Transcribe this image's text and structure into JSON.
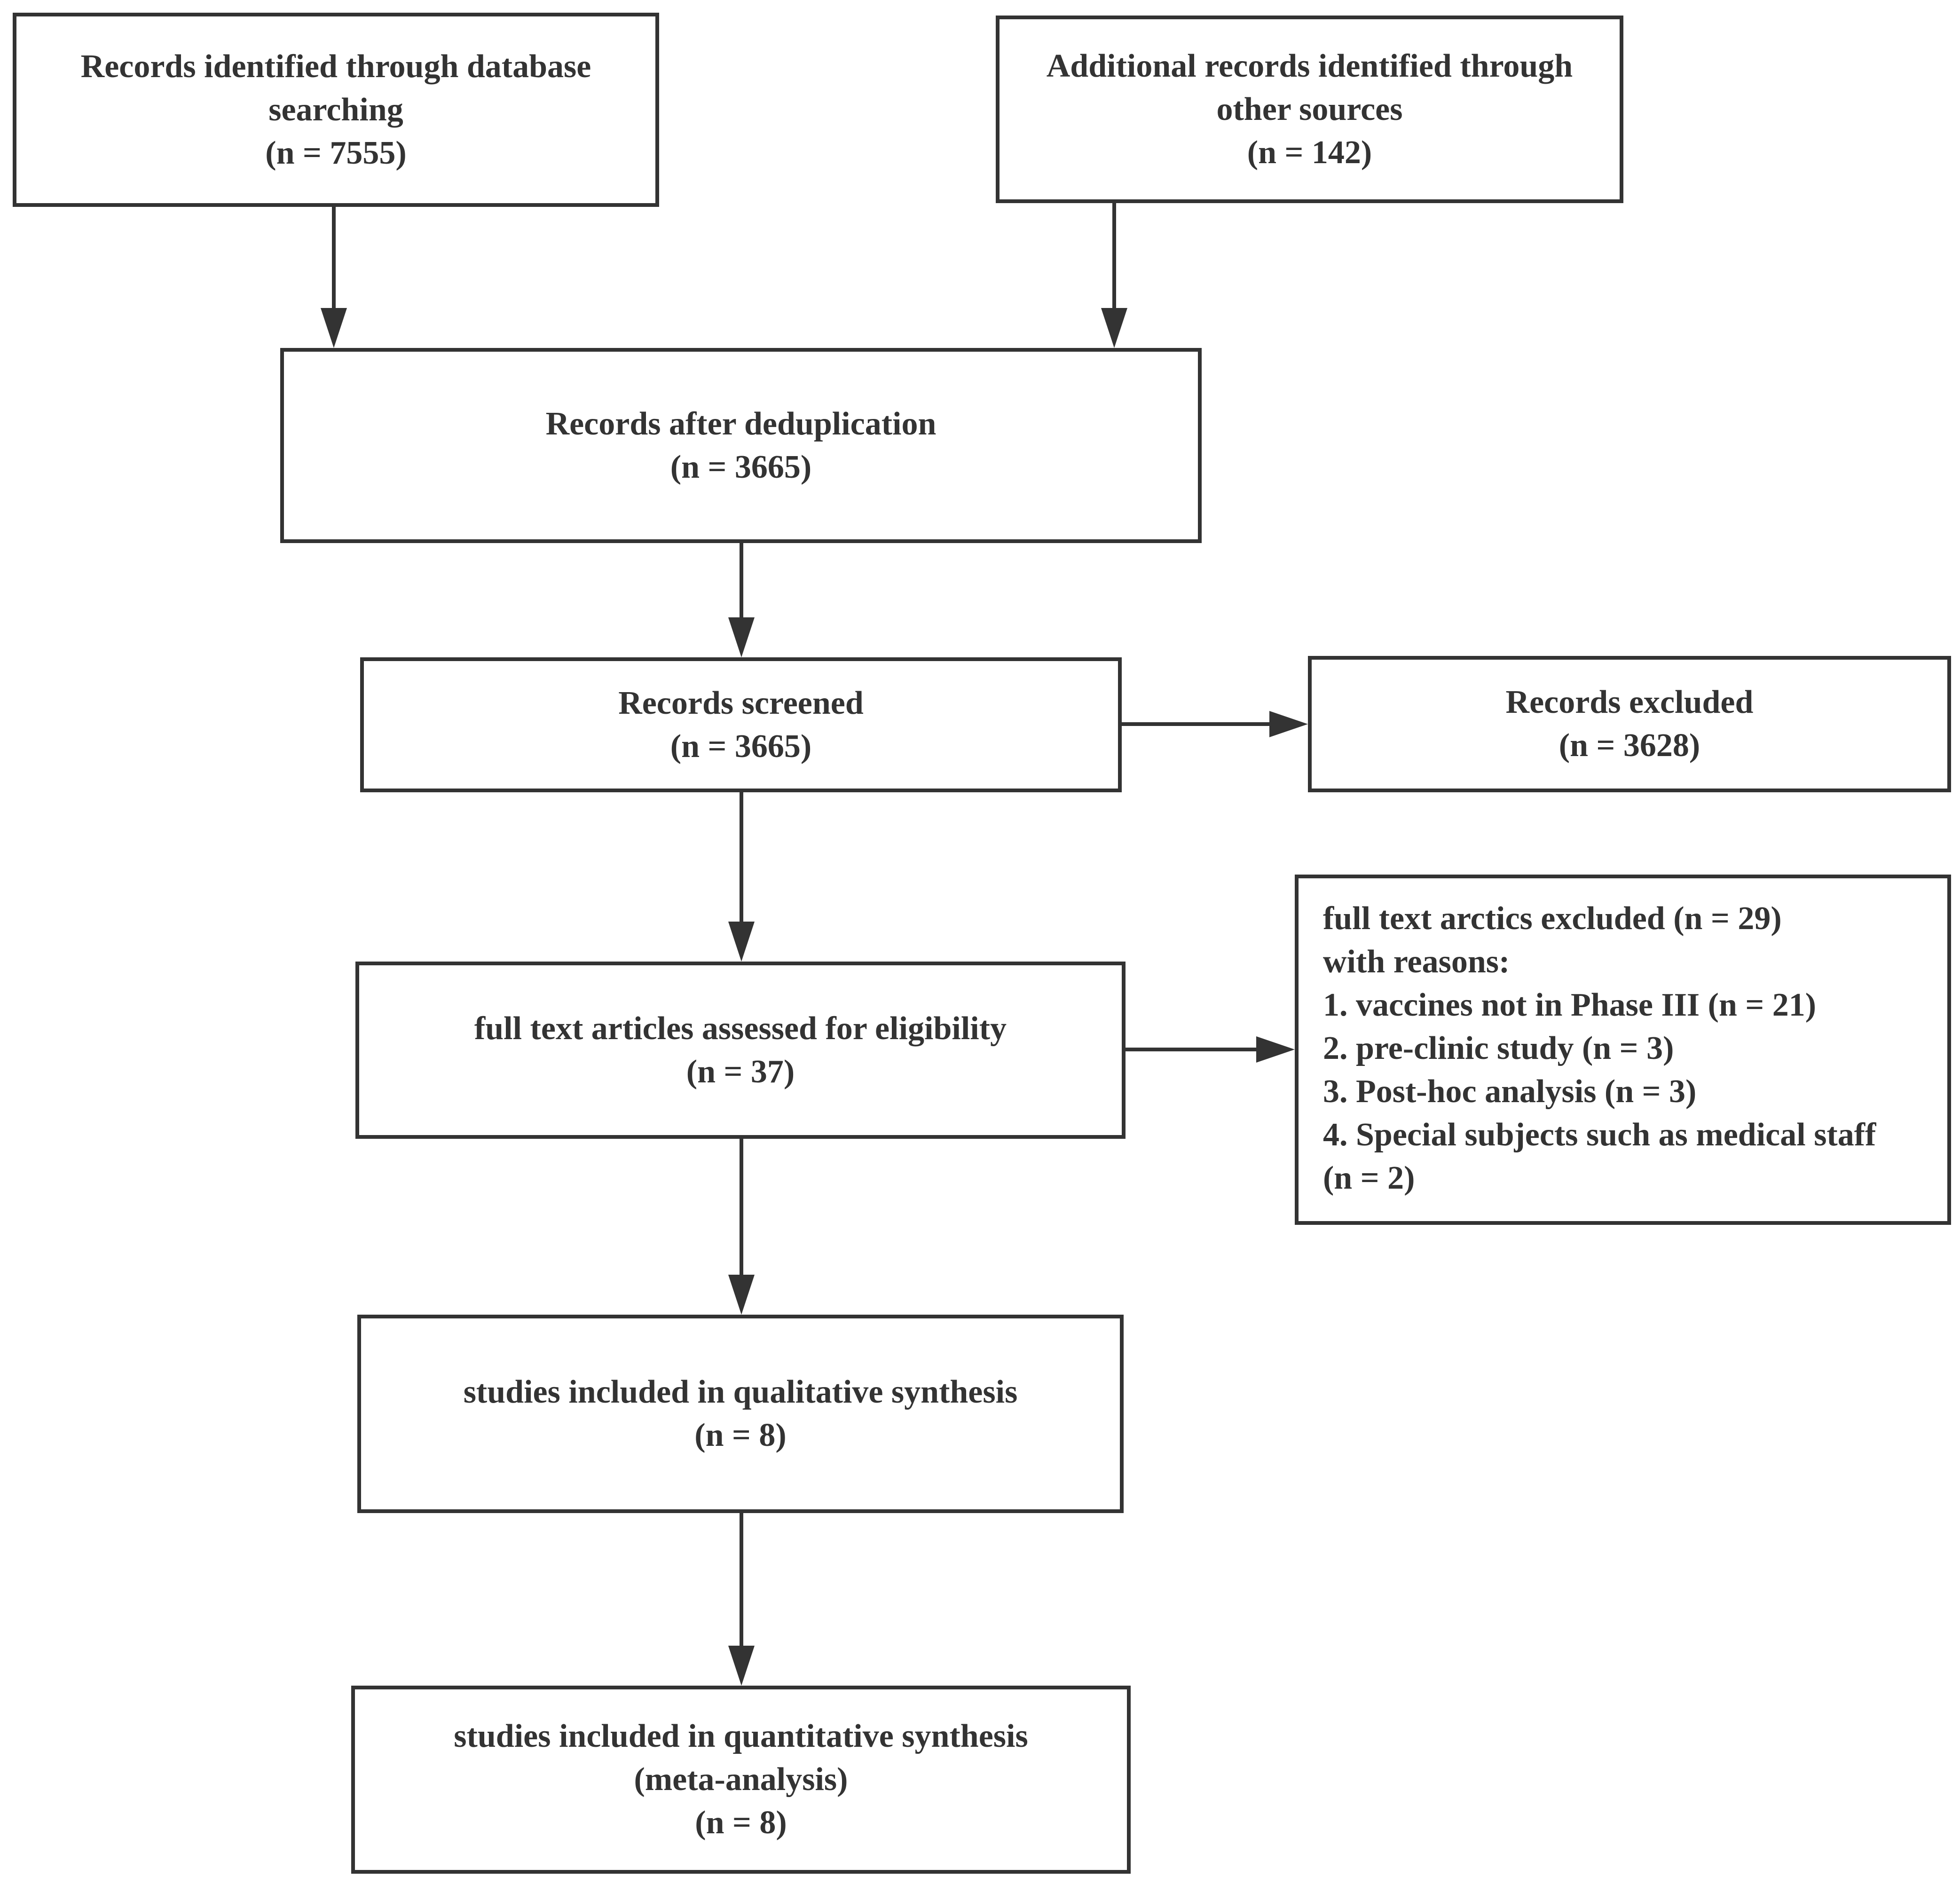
{
  "flowchart": {
    "db_search": {
      "lines": [
        "Records identified through database",
        "searching",
        "(n = 7555)"
      ]
    },
    "other_sources": {
      "lines": [
        "Additional records identified through",
        "other sources",
        "(n = 142)"
      ]
    },
    "dedup": {
      "lines": [
        "Records after deduplication",
        "(n = 3665)"
      ]
    },
    "screened": {
      "lines": [
        "Records screened",
        "(n = 3665)"
      ]
    },
    "excluded": {
      "lines": [
        "Records excluded",
        "(n = 3628)"
      ]
    },
    "eligibility": {
      "lines": [
        "full text articles assessed for eligibility",
        "(n = 37)"
      ]
    },
    "fulltext_excluded": {
      "lines": [
        "full text arctics excluded (n = 29)",
        "with reasons:",
        "1. vaccines not in Phase III (n = 21)",
        "2. pre-clinic study (n = 3)",
        "3. Post-hoc analysis (n = 3)",
        "4. Special subjects such as medical staff",
        "(n = 2)"
      ]
    },
    "qualitative": {
      "lines": [
        "studies included in qualitative synthesis",
        "(n = 8)"
      ]
    },
    "quantitative": {
      "lines": [
        "studies included in quantitative synthesis",
        "(meta-analysis)",
        "(n = 8)"
      ]
    }
  },
  "colors": {
    "stroke": "#333333",
    "background": "#ffffff"
  }
}
